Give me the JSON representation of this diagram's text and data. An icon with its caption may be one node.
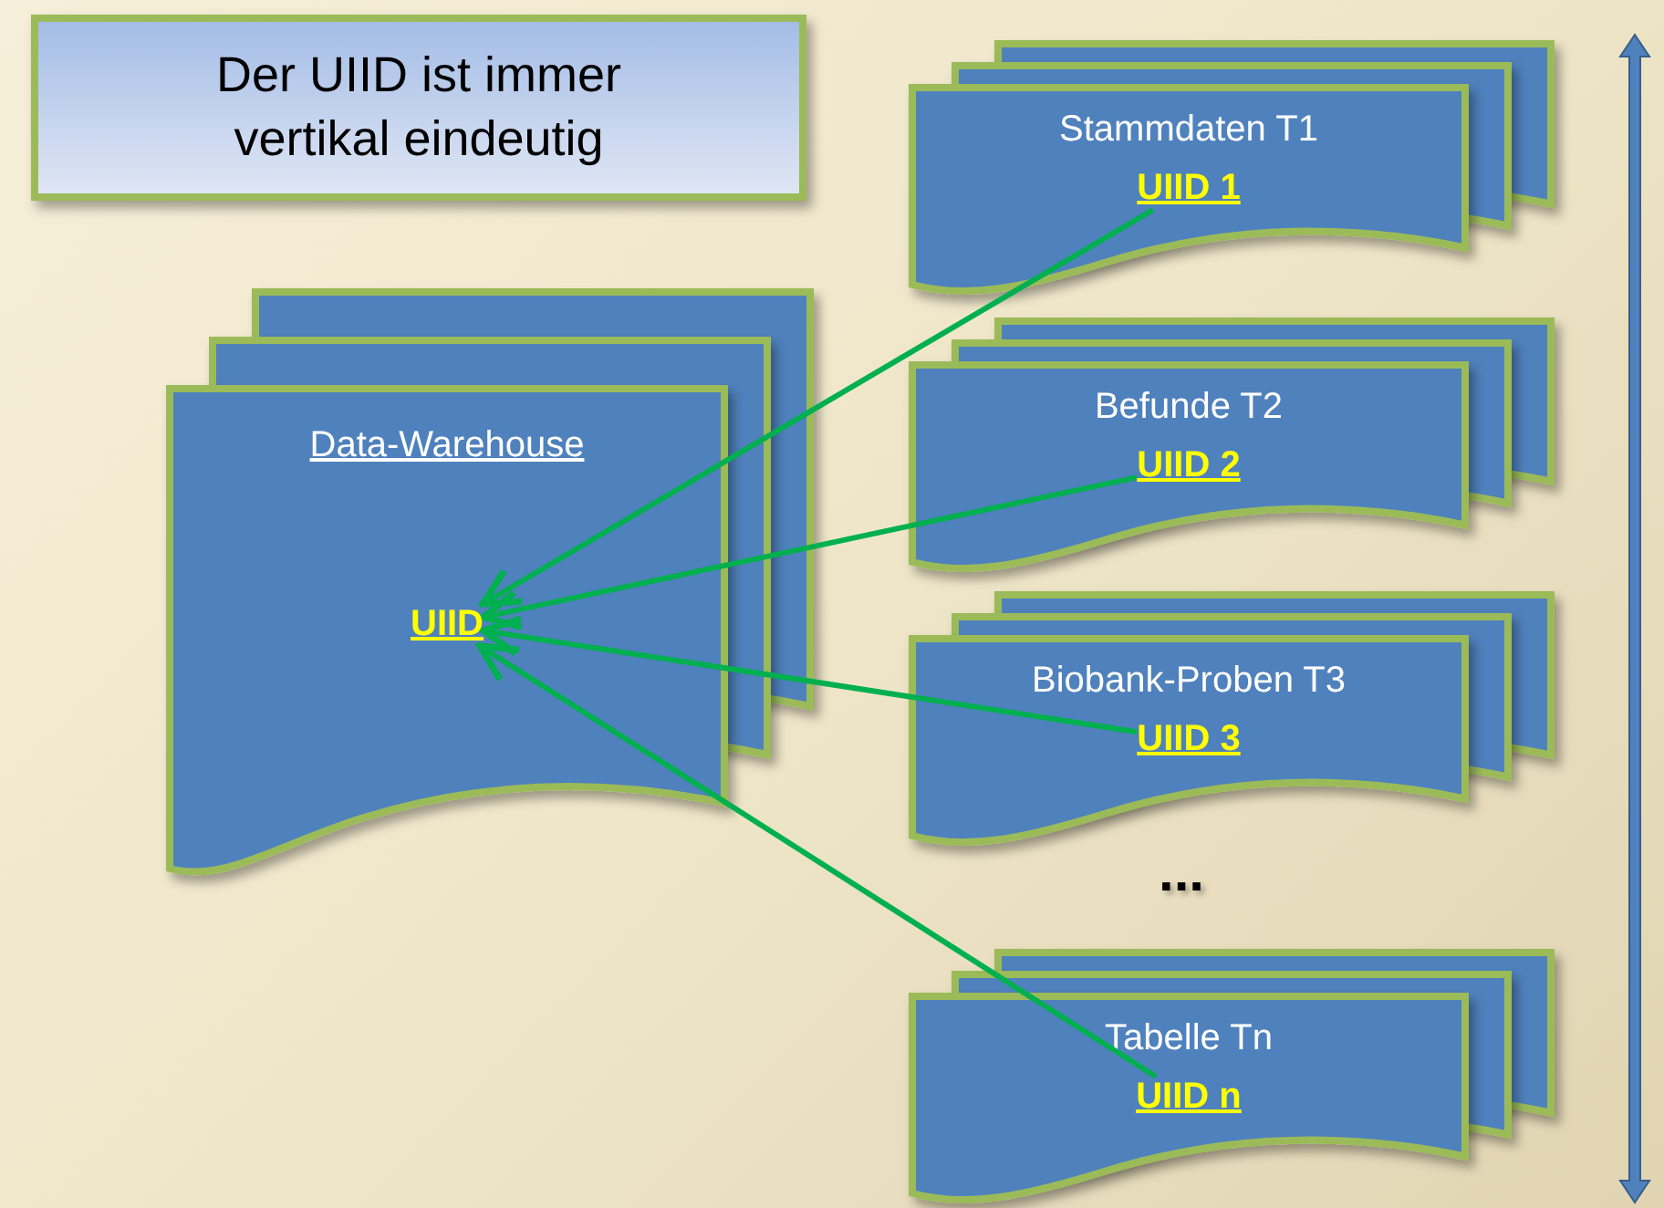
{
  "diagram": {
    "nodes": [
      {
        "text": [
          "Der UIID ist immer vertikal eindeutig"
        ]
      },
      {
        "text": [
          "Data-Warehouse"
        ]
      },
      {
        "text": [
          "UIID"
        ],
        "in": 1
      },
      {
        "text": [
          "Stammdaten T1"
        ]
      },
      {
        "text": [
          "UIID 1"
        ],
        "in": 3
      },
      {
        "text": [
          "Befunde T2"
        ]
      },
      {
        "text": [
          "UIID 2"
        ],
        "in": 5
      },
      {
        "text": [
          "Biobank-Proben T3"
        ]
      },
      {
        "text": [
          "UIID 3"
        ],
        "in": 7
      },
      {
        "text": [
          "Tabelle Tn"
        ]
      },
      {
        "text": [
          "UIID n"
        ],
        "in": 9
      }
    ],
    "edges": [
      {
        "from": 4,
        "to": 2,
        "arrow": "to"
      },
      {
        "from": 6,
        "to": 2,
        "arrow": "to"
      },
      {
        "from": 8,
        "to": 2,
        "arrow": "to"
      },
      {
        "from": 10,
        "to": 2,
        "arrow": "to"
      }
    ],
    "labels": [
      "..."
    ]
  }
}
